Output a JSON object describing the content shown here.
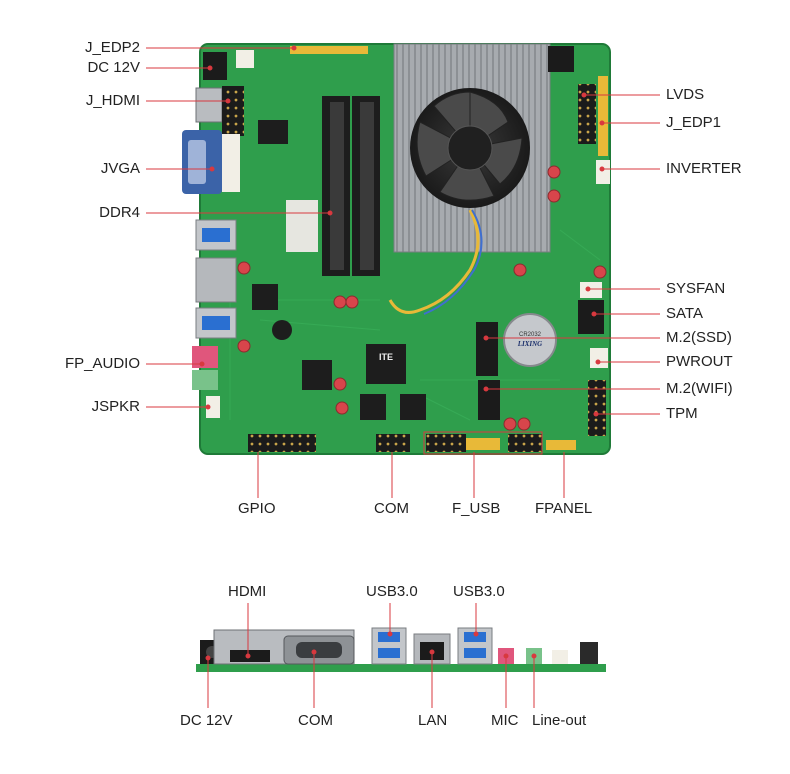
{
  "top_board": {
    "left_labels": {
      "j_edp2": "J_EDP2",
      "dc_12v": "DC 12V",
      "j_hdmi": "J_HDMI",
      "jvga": "JVGA",
      "ddr4": "DDR4",
      "fp_audio": "FP_AUDIO",
      "jspkr": "JSPKR"
    },
    "right_labels": {
      "lvds": "LVDS",
      "j_edp1": "J_EDP1",
      "inverter": "INVERTER",
      "sysfan": "SYSFAN",
      "sata": "SATA",
      "m2_ssd": "M.2(SSD)",
      "pwrout": "PWROUT",
      "m2_wifi": "M.2(WIFI)",
      "tpm": "TPM"
    },
    "bottom_labels": {
      "gpio": "GPIO",
      "com": "COM",
      "f_usb": "F_USB",
      "fpanel": "FPANEL"
    },
    "silkscreen": {
      "chip_brand": "ITE",
      "battery_model": "CR2032",
      "battery_brand": "LIXING"
    }
  },
  "io_panel": {
    "top_labels": {
      "hdmi": "HDMI",
      "usb3_left": "USB3.0",
      "usb3_right": "USB3.0"
    },
    "bottom_labels": {
      "dc_12v": "DC 12V",
      "com": "COM",
      "lan": "LAN",
      "mic": "MIC",
      "line_out": "Line-out"
    }
  },
  "colors": {
    "pcb": "#2f9e4c",
    "pcb_dark": "#1f7a38",
    "heatsink": "#9ea2a6",
    "callout_line": "#d8393f",
    "usb_blue": "#2a6fd1",
    "vga_blue": "#3b63a8",
    "header_black": "#1b1b1b",
    "capacitor_red": "#d8454b",
    "audio_pink": "#e0567c",
    "audio_green": "#79c28a"
  }
}
